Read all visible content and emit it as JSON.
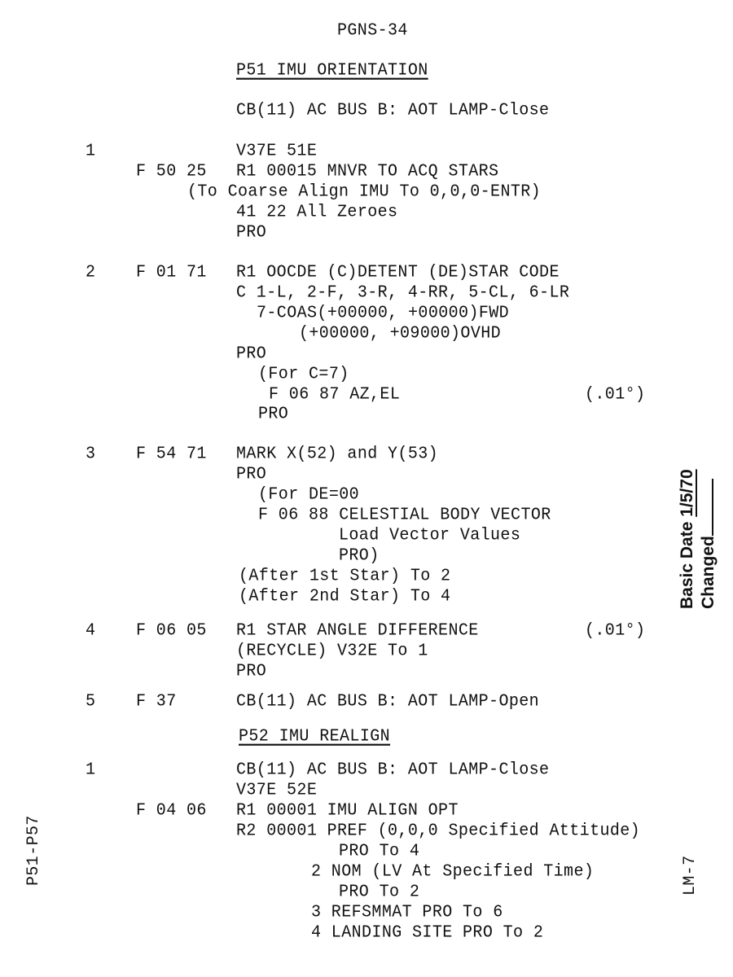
{
  "header": {
    "page_id": "PGNS-34"
  },
  "p51": {
    "title": "P51 IMU ORIENTATION",
    "cb_close": "CB(11) AC BUS B: AOT LAMP-Close",
    "s1": {
      "step": "1",
      "v": "V37E 51E",
      "flash": "F 50 25",
      "r1": "R1 00015 MNVR TO ACQ STARS",
      "note": "(To Coarse Align IMU To 0,0,0-ENTR)",
      "zero": "41 22 All Zeroes",
      "pro": "PRO"
    },
    "s2": {
      "step": "2",
      "flash": "F 01 71",
      "r1": "R1 OOCDE (C)DETENT (DE)STAR CODE",
      "c": "C 1-L, 2-F, 3-R, 4-RR, 5-CL, 6-LR",
      "coas": "7-COAS(+00000, +00000)FWD",
      "ovhd": "(+00000, +09000)OVHD",
      "pro": "PRO",
      "forc": "(For C=7)",
      "f0687": "F 06 87 AZ,EL",
      "unit": "(.01°)",
      "pro2": "PRO"
    },
    "s3": {
      "step": "3",
      "flash": "F 54 71",
      "mark": "MARK X(52) and Y(53)",
      "pro": "PRO",
      "forde": "(For DE=00",
      "f0688": "F 06 88 CELESTIAL BODY VECTOR",
      "load": "Load Vector Values",
      "pro2": "PRO)",
      "after1": "(After 1st Star) To 2",
      "after2": "(After 2nd Star) To 4"
    },
    "s4": {
      "step": "4",
      "flash": "F 06 05",
      "r1": "R1 STAR ANGLE DIFFERENCE",
      "unit": "(.01°)",
      "recycle": "(RECYCLE) V32E To 1",
      "pro": "PRO"
    },
    "s5": {
      "step": "5",
      "flash": "F 37",
      "cb_open": "CB(11) AC BUS B: AOT LAMP-Open"
    }
  },
  "p52": {
    "title": "P52 IMU REALIGN",
    "s1": {
      "step": "1",
      "cb_close": "CB(11) AC BUS B: AOT LAMP-Close",
      "v": "V37E 52E",
      "flash": "F 04 06",
      "r1": "R1 00001 IMU ALIGN OPT",
      "r2": "R2 00001 PREF (0,0,0 Specified Attitude)",
      "pro4": "PRO To 4",
      "nom": "2 NOM (LV At Specified Time)",
      "pro2": "PRO To 2",
      "refsmmat": "3 REFSMMAT PRO To 6",
      "landing": "4 LANDING SITE PRO To 2"
    }
  },
  "margin": {
    "section_range": "P51-P57",
    "vehicle": "LM-7",
    "basic_date_label": "Basic Date",
    "basic_date": "1/5/70",
    "changed_label": "Changed"
  }
}
